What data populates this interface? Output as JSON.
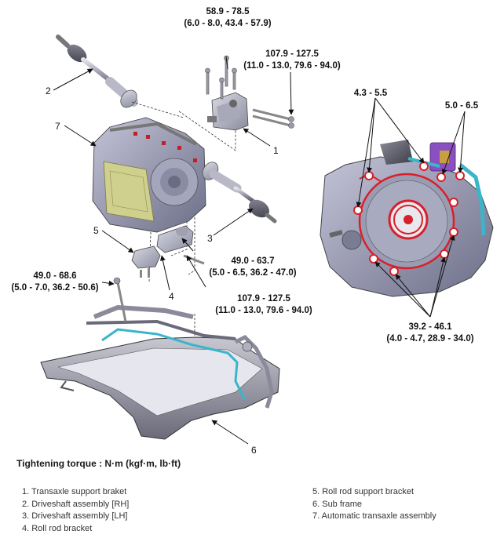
{
  "torque": {
    "t1": {
      "line1": "58.9 - 78.5",
      "line2": "(6.0 - 8.0, 43.4 - 57.9)"
    },
    "t2": {
      "line1": "107.9 - 127.5",
      "line2": "(11.0 - 13.0, 79.6 - 94.0)"
    },
    "t3": {
      "line1": "49.0 - 63.7",
      "line2": "(5.0 - 6.5, 36.2 - 47.0)"
    },
    "t4": {
      "line1": "49.0 - 68.6",
      "line2": "(5.0 - 7.0, 36.2 - 50.6)"
    },
    "t5": {
      "line1": "107.9 - 127.5",
      "line2": "(11.0 - 13.0, 79.6 - 94.0)"
    },
    "t6": {
      "line1": "4.3 - 5.5"
    },
    "t7": {
      "line1": "5.0 - 6.5"
    },
    "t8": {
      "line1": "39.2 - 46.1",
      "line2": "(4.0 - 4.7, 28.9 - 34.0)"
    }
  },
  "part_numbers": [
    "1",
    "2",
    "3",
    "4",
    "5",
    "6",
    "7"
  ],
  "caption": "Tightening torque : N·m (kgf·m, lb·ft)",
  "legend": {
    "left": [
      "1. Transaxle support braket",
      "2. Driveshaft assembly [RH]",
      "3. Driveshaft assembly [LH]",
      "4. Roll rod bracket"
    ],
    "right": [
      "5. Roll rod support bracket",
      "6. Sub frame",
      "7. Automatic transaxle assembly"
    ]
  },
  "colors": {
    "bolt_highlight": "#d8202a",
    "hose": "#3ab5c9",
    "harness": "#8a4fc0"
  }
}
